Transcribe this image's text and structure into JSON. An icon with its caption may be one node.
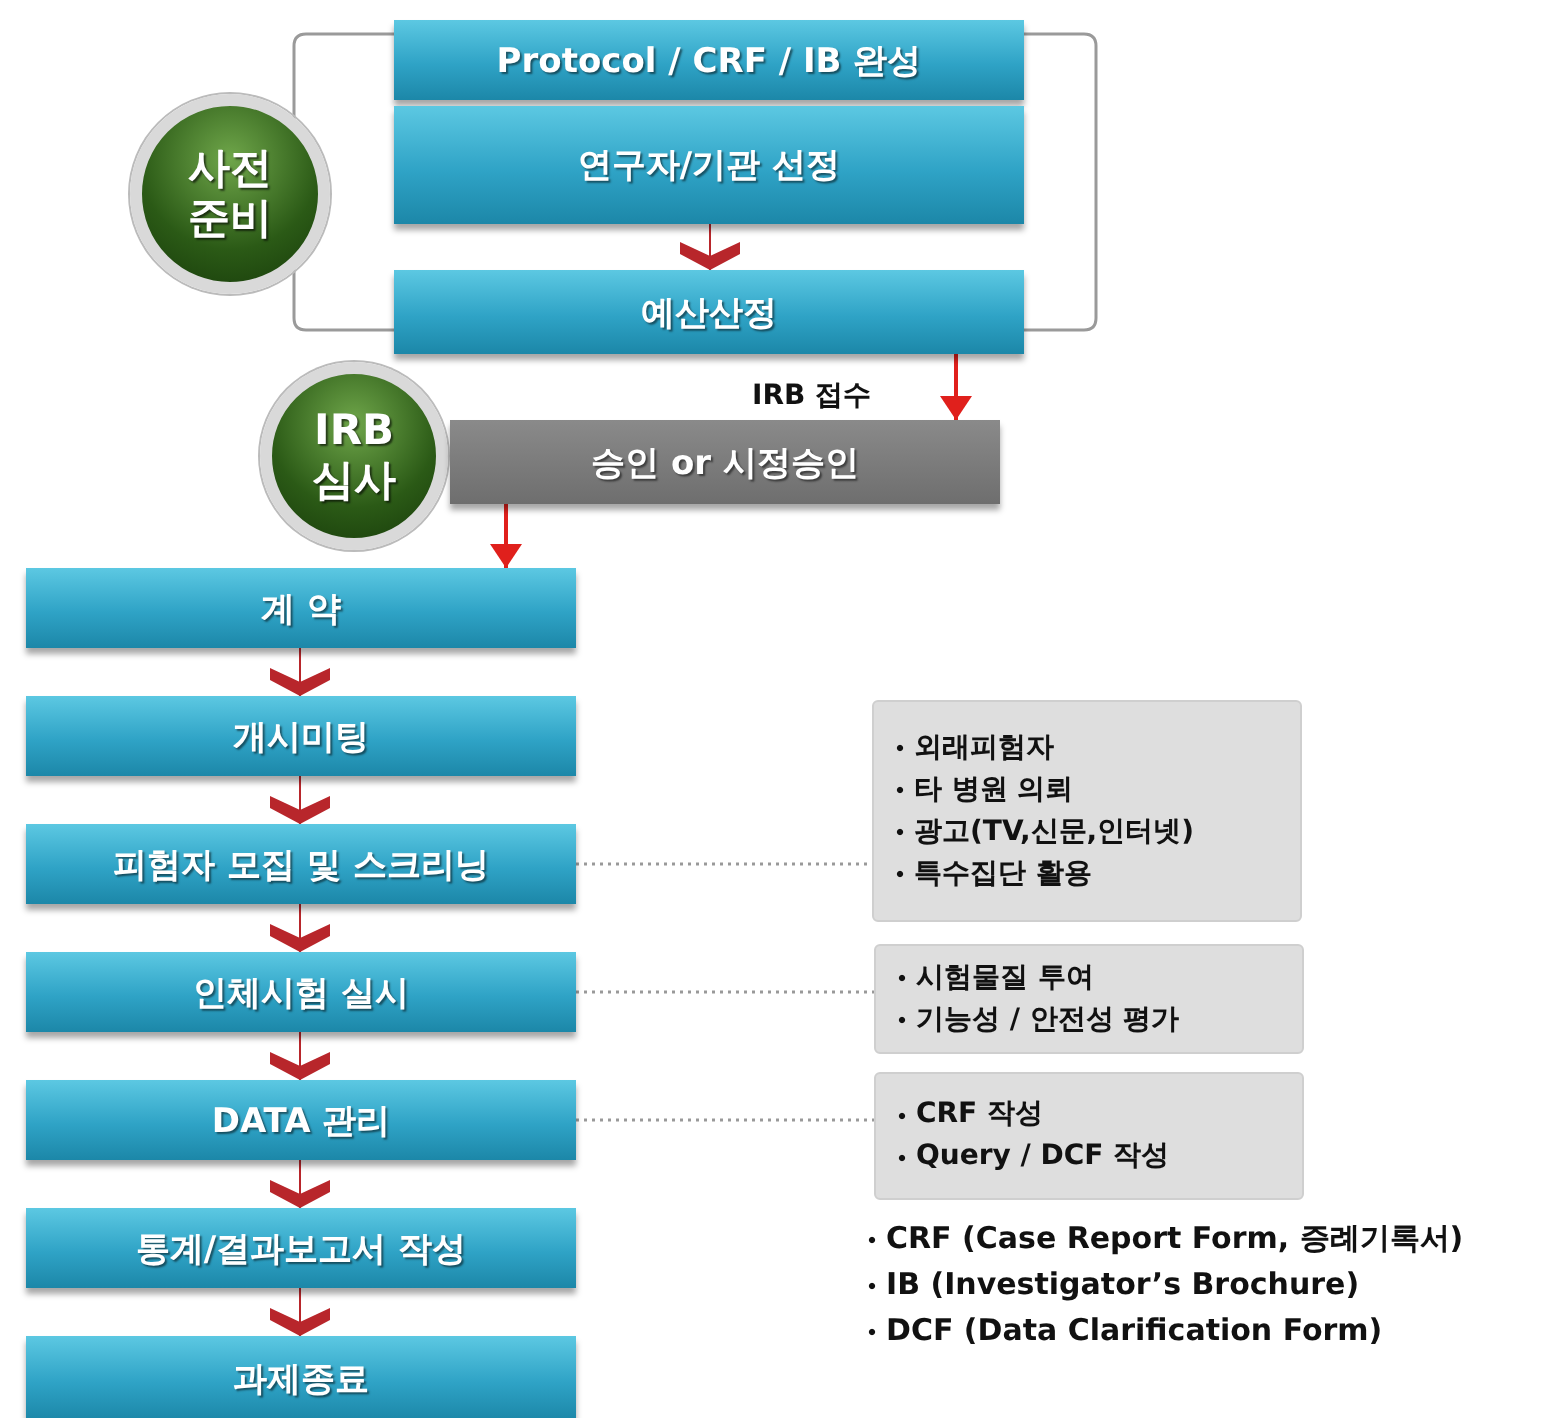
{
  "diagram": {
    "nodes": [
      {
        "text": [
          "사전 준비"
        ]
      },
      {
        "text": [
          "Protocol / CRF / IB 완성"
        ]
      },
      {
        "text": [
          "연구자/기관 선정"
        ]
      },
      {
        "text": [
          "예산산정"
        ]
      },
      {
        "text": [
          "IRB 심사"
        ]
      },
      {
        "text": [
          "승인 or 시정승인"
        ]
      },
      {
        "text": [
          "계 약"
        ]
      },
      {
        "text": [
          "개시미팅"
        ]
      },
      {
        "text": [
          "피험자 모집 및 스크리닝"
        ]
      },
      {
        "text": [
          "인체시험 실시"
        ]
      },
      {
        "text": [
          "DATA 관리"
        ]
      },
      {
        "text": [
          "통계/결과보고서 작성"
        ]
      },
      {
        "text": [
          "과제종료"
        ]
      },
      {
        "text": [
          "외래피험자",
          "타 병원 의뢰",
          "광고(TV,신문,인터넷)",
          "특수집단 활용"
        ]
      },
      {
        "text": [
          "시험물질 투여",
          "기능성 / 안전성 평가"
        ]
      },
      {
        "text": [
          "CRF 작성",
          "Query / DCF 작성"
        ]
      }
    ],
    "edges": [
      {
        "from": 2,
        "to": 3,
        "arrow": "to"
      },
      {
        "from": 3,
        "to": 5,
        "arrow": "to",
        "label": "IRB 접수"
      },
      {
        "from": 5,
        "to": 6,
        "arrow": "to"
      },
      {
        "from": 6,
        "to": 7,
        "arrow": "to"
      },
      {
        "from": 7,
        "to": 8,
        "arrow": "to"
      },
      {
        "from": 8,
        "to": 9,
        "arrow": "to"
      },
      {
        "from": 9,
        "to": 10,
        "arrow": "to"
      },
      {
        "from": 10,
        "to": 11,
        "arrow": "to"
      },
      {
        "from": 11,
        "to": 12,
        "arrow": "to"
      },
      {
        "from": 8,
        "to": 13,
        "arrow": "none",
        "style": "dashed",
        "color": "#999999"
      },
      {
        "from": 9,
        "to": 14,
        "arrow": "none",
        "style": "dashed",
        "color": "#999999"
      },
      {
        "from": 10,
        "to": 15,
        "arrow": "none",
        "style": "dashed",
        "color": "#999999"
      }
    ],
    "labels": [
      "CRF (Case Report Form, 증례기록서)",
      "IB (Investigator’s Brochure)",
      "DCF (Data Clarification Form)"
    ]
  }
}
